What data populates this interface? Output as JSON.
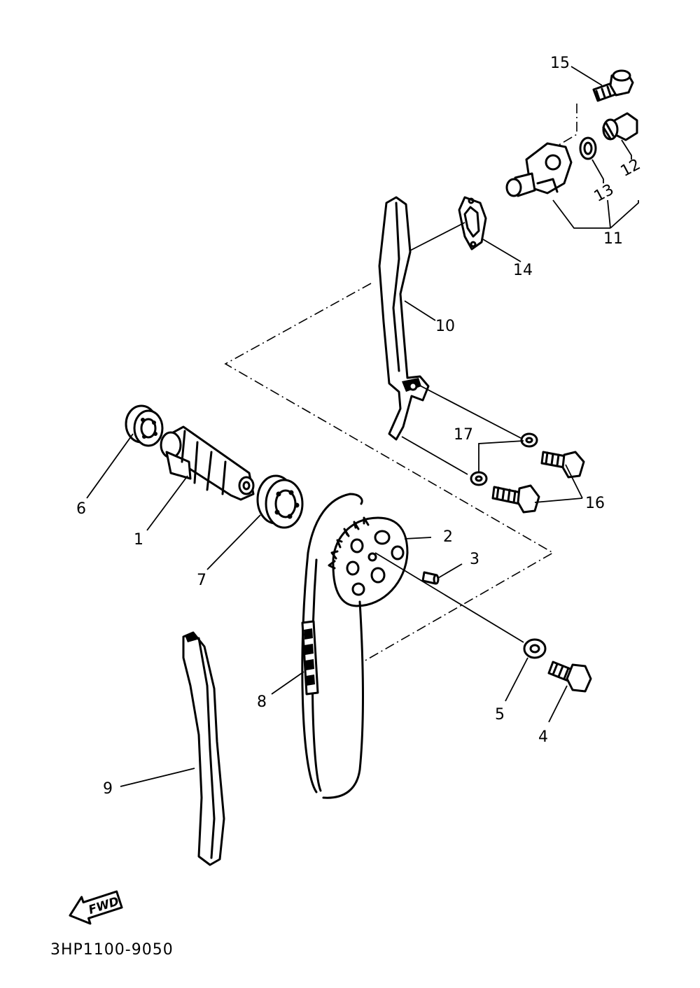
{
  "diagram_code": "3HP1100-9050",
  "fwd_label": "FWD",
  "callouts": [
    {
      "id": "1",
      "label": "1"
    },
    {
      "id": "2",
      "label": "2"
    },
    {
      "id": "3",
      "label": "3"
    },
    {
      "id": "4",
      "label": "4"
    },
    {
      "id": "5",
      "label": "5"
    },
    {
      "id": "6",
      "label": "6"
    },
    {
      "id": "7",
      "label": "7"
    },
    {
      "id": "8",
      "label": "8"
    },
    {
      "id": "9",
      "label": "9"
    },
    {
      "id": "10",
      "label": "10"
    },
    {
      "id": "11",
      "label": "11"
    },
    {
      "id": "12",
      "label": "12"
    },
    {
      "id": "13",
      "label": "13"
    },
    {
      "id": "14",
      "label": "14"
    },
    {
      "id": "15",
      "label": "15"
    },
    {
      "id": "16",
      "label": "16"
    },
    {
      "id": "17",
      "label": "17"
    }
  ]
}
